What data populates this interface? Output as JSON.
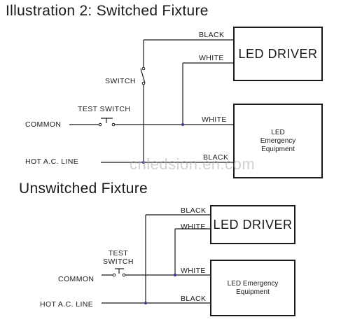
{
  "switched": {
    "title": "Illustration 2:  Switched Fixture",
    "labels": {
      "black_top": "BLACK",
      "white_top": "WHITE",
      "switch": "SWITCH",
      "test_switch": "TEST SWITCH",
      "common": "COMMON",
      "white_mid": "WHITE",
      "hot_line": "HOT A.C. LINE",
      "black_bottom": "BLACK"
    },
    "led_driver": "LED DRIVER",
    "emergency": {
      "line1": "LED",
      "line2": "Emergency",
      "line3": "Equipment"
    }
  },
  "unswitched": {
    "title": "Unswitched  Fixture",
    "labels": {
      "black_top": "BLACK",
      "white_top": "WHITE",
      "test_line1": "TEST",
      "test_line2": "SWITCH",
      "common": "COMMON",
      "white_mid": "WHITE",
      "hot_line": "HOT A.C. LINE",
      "black_bottom": "BLACK"
    },
    "led_driver": "LED DRIVER",
    "emergency": {
      "line1": "LED Emergency",
      "line2": "Equipment"
    }
  },
  "watermark": "cnledsion.en.com",
  "colors": {
    "ink": "#1a1a1a",
    "junction": "#3b3b8f",
    "watermark": "#aaaaaa"
  }
}
